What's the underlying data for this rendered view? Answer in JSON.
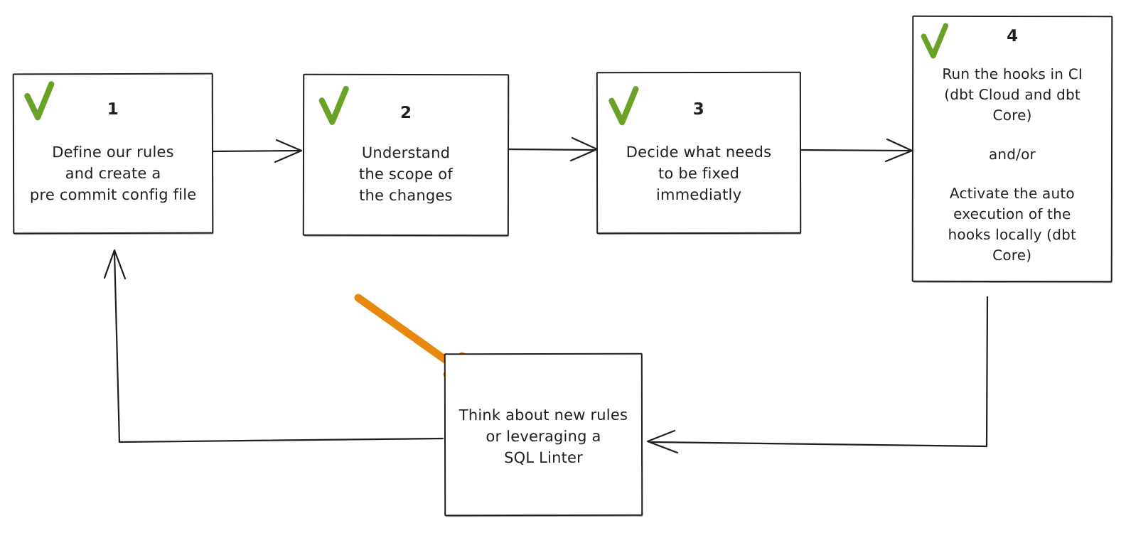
{
  "colors": {
    "background": "#ffffff",
    "ink": "#1f1f1f",
    "check_green": "#69a226",
    "arrow_orange": "#e8890f"
  },
  "icons": {
    "checkmark": "✓",
    "arrow_right": "→",
    "arrow_left": "←",
    "arrow_up": "↑"
  },
  "steps": [
    {
      "number": "1",
      "checked": true,
      "lines": [
        "Define our rules",
        "and create a",
        "pre commit config file"
      ]
    },
    {
      "number": "2",
      "checked": true,
      "lines": [
        "Understand",
        "the scope of",
        "the changes"
      ]
    },
    {
      "number": "3",
      "checked": true,
      "lines": [
        "Decide what needs",
        "to be fixed",
        "immediatly"
      ]
    },
    {
      "number": "4",
      "checked": true,
      "lines": [
        "Run the hooks in CI",
        "(dbt Cloud and dbt",
        "Core)"
      ],
      "connector": "and/or",
      "lines2": [
        "Activate the auto",
        "execution of the",
        "hooks locally (dbt",
        "Core)"
      ]
    }
  ],
  "loop_box": {
    "lines": [
      "Think about new rules",
      "or leveraging a",
      "SQL Linter"
    ]
  }
}
